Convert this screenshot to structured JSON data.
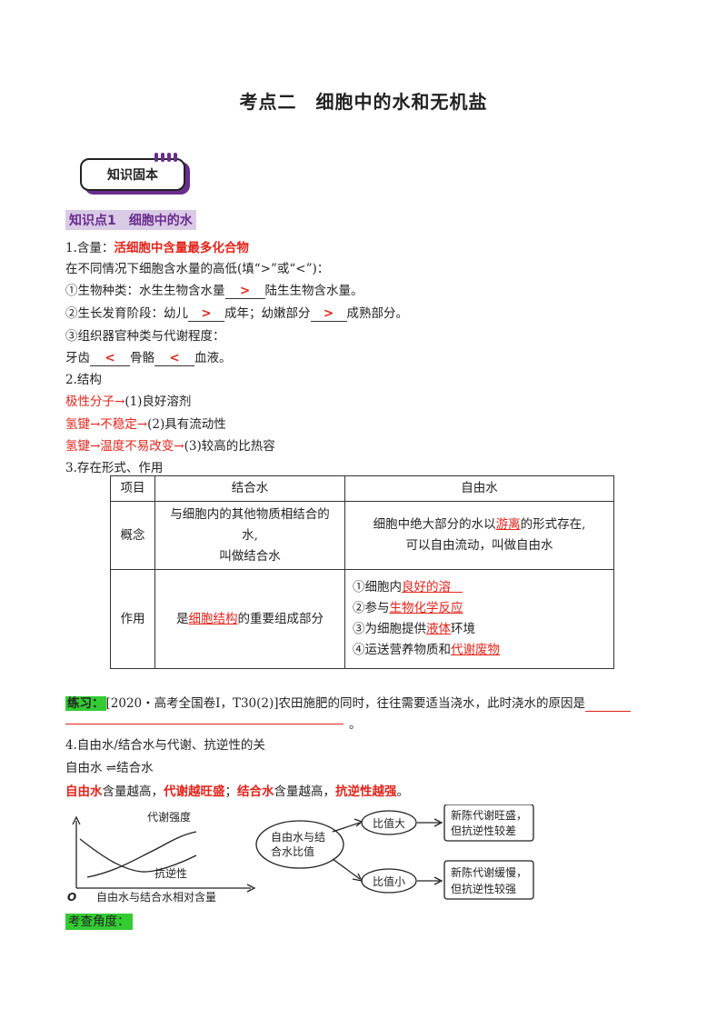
{
  "title": "考点二　细胞中的水和无机盐",
  "badge": "知识固本",
  "knowledge_point": "知识点1　细胞中的水",
  "s1": {
    "label": "1.含量：",
    "bold": "活细胞中含量最多化合物",
    "intro": "在不同情况下细胞含水量的高低(填“>”或“<”)：",
    "l1_a": "①生物种类：水生生物含水量",
    "l1_b": ">",
    "l1_c": "陆生生物含水量。",
    "l2_a": "②生长发育阶段：幼儿",
    "l2_b": ">",
    "l2_c": "成年；幼嫩部分",
    "l2_d": ">",
    "l2_e": "成熟部分。",
    "l3": "③组织器官种类与代谢程度：",
    "l4_a": "牙齿",
    "l4_b": "<",
    "l4_c": "骨骼",
    "l4_d": "<",
    "l4_e": "血液。"
  },
  "s2": {
    "label": "2.结构",
    "r1_red": "极性分子→",
    "r1": "(1)良好溶剂",
    "r2_red": "氢键→不稳定→",
    "r2": "(2)具有流动性",
    "r3_red": "氢键→温度不易改变→",
    "r3": "(3)较高的比热容"
  },
  "s3": {
    "label": "3.存在形式、作用",
    "h0": "项目",
    "h1": "结合水",
    "h2": "自由水",
    "c_label": "概念",
    "c1_a": "与细胞内的其他物质相结合的",
    "c1_b": "水,",
    "c1_c": "叫做结合水",
    "c2_a": "细胞中绝大部分的水以",
    "c2_b": "游离",
    "c2_c": "的形式存在,",
    "c2_d": "可以自由流动，叫做自由水",
    "f_label": "作用",
    "f1_a": "是",
    "f1_b": "细胞结构",
    "f1_c": "的重要组成部分",
    "f2_1a": "①细胞内",
    "f2_1b": "良好的溶",
    "f2_2a": "②参与",
    "f2_2b": "生物化学反应",
    "f2_3a": "③为细胞提供",
    "f2_3b": "液体",
    "f2_3c": "环境",
    "f2_4a": "④运送营养物质和",
    "f2_4b": "代谢废物"
  },
  "exercise": {
    "label": "练习：",
    "text": "[2020・高考全国卷Ⅰ，T30(2)]农田施肥的同时，往往需要适当浇水，此时浇水的原因是",
    "end": "。"
  },
  "s4": {
    "label": "4.自由水/结合水与代谢、抗逆性的关",
    "conv": "自由水 ⇌结合水",
    "p1": "自由水",
    "p2": "含量越高，",
    "p3": "代谢越旺盛",
    "p4": "；",
    "p5": "结合水",
    "p6": "含量越高，",
    "p7": "抗逆性越强",
    "p8": "。"
  },
  "diagram": {
    "curve1": "代谢强度",
    "curve2": "抗逆性",
    "origin": "O",
    "xlabel": "自由水与结合水相对含量",
    "center_a": "自由水与结",
    "center_b": "合水比值",
    "up": "比值大",
    "down": "比值小",
    "r1a": "新陈代谢旺盛，",
    "r1b": "但抗逆性较差",
    "r2a": "新陈代谢缓慢，",
    "r2b": "但抗逆性较强"
  },
  "exam_angle": "考查角度："
}
